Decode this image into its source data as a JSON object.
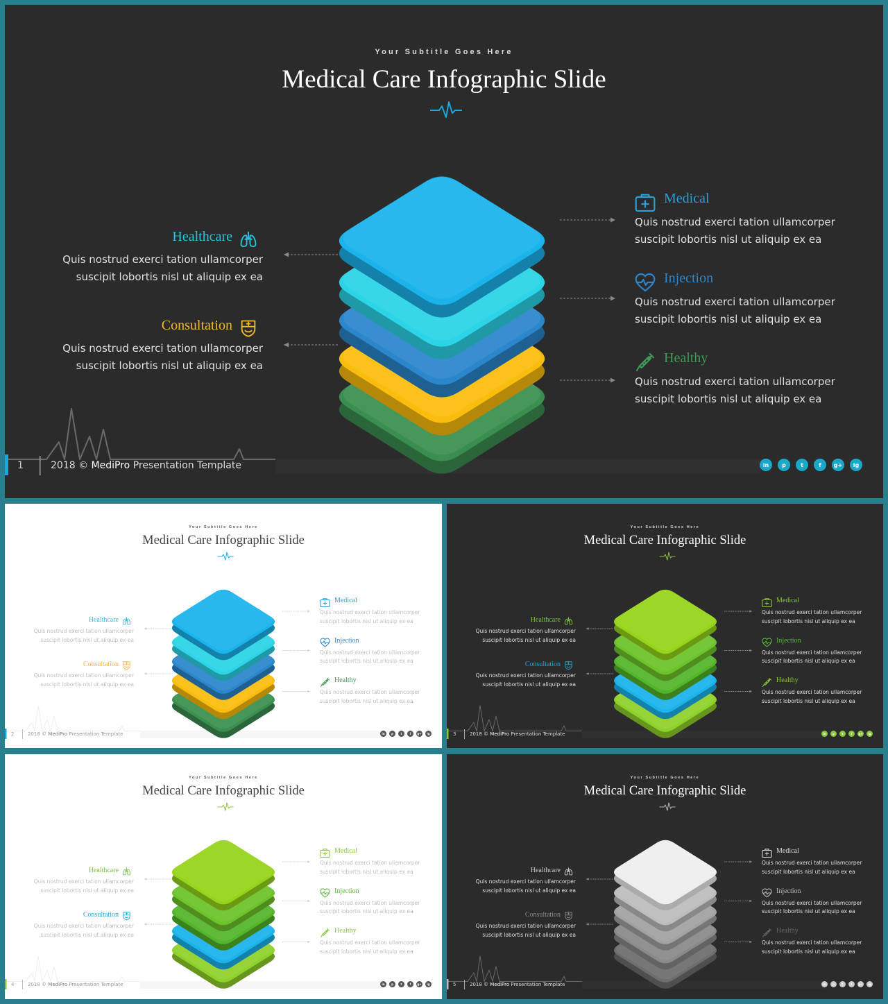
{
  "slides": [
    {
      "id": "slide-1",
      "theme": "dark",
      "subtitle": "Your Subtitle Goes Here",
      "title": "Medical Care Infographic Slide",
      "slide_number": "1",
      "footer": {
        "year": "2018 ©",
        "brand": "MediPro",
        "rest": "Presentation Template"
      },
      "accent": "#1ba8e0",
      "layer_colors": [
        "#3a8e4f",
        "#fbbd0d",
        "#2b86cc",
        "#2bd4e6",
        "#1ab3ec"
      ],
      "items": {
        "healthcare": {
          "label": "Healthcare",
          "color": "#2bc4de",
          "icon": "lungs-icon"
        },
        "consultation": {
          "label": "Consultation",
          "color": "#f5b82e",
          "icon": "nurse-icon"
        },
        "medical": {
          "label": "Medical",
          "color": "#2b9fd8",
          "icon": "medical-kit-icon"
        },
        "injection": {
          "label": "Injection",
          "color": "#2b86cc",
          "icon": "heart-pulse-icon"
        },
        "healthy": {
          "label": "Healthy",
          "color": "#3f9b56",
          "icon": "syringe-icon"
        }
      },
      "desc_line1": "Quis nostrud exerci tation ullamcorper",
      "desc_line2": "suscipit lobortis nisl ut aliquip ex ea",
      "social": [
        "in",
        "p",
        "t",
        "f",
        "g+",
        "ig"
      ],
      "social_color": "#1ba8c8"
    },
    {
      "id": "slide-2",
      "theme": "light",
      "subtitle": "Your Subtitle Goes Here",
      "title": "Medical Care Infographic Slide",
      "slide_number": "2",
      "footer": {
        "year": "2018 ©",
        "brand": "MediPro",
        "rest": "Presentation Template"
      },
      "accent": "#1ba8e0",
      "layer_colors": [
        "#3a8e4f",
        "#fbbd0d",
        "#2b86cc",
        "#2bd4e6",
        "#1ab3ec"
      ],
      "items": {
        "healthcare": {
          "label": "Healthcare",
          "color": "#2bc4de",
          "icon": "lungs-icon"
        },
        "consultation": {
          "label": "Consultation",
          "color": "#f5b82e",
          "icon": "nurse-icon"
        },
        "medical": {
          "label": "Medical",
          "color": "#2b9fd8",
          "icon": "medical-kit-icon"
        },
        "injection": {
          "label": "Injection",
          "color": "#2b86cc",
          "icon": "heart-pulse-icon"
        },
        "healthy": {
          "label": "Healthy",
          "color": "#3f9b56",
          "icon": "syringe-icon"
        }
      },
      "desc_line1": "Quis nostrud exerci tation ullamcorper",
      "desc_line2": "suscipit lobortis nisl ut aliquip ex ea",
      "social": [
        "in",
        "p",
        "t",
        "f",
        "g+",
        "ig"
      ],
      "social_color": "#555555"
    },
    {
      "id": "slide-3",
      "theme": "dark",
      "subtitle": "Your Subtitle Goes Here",
      "title": "Medical Care Infographic Slide",
      "slide_number": "3",
      "footer": {
        "year": "2018 ©",
        "brand": "MediPro",
        "rest": "Presentation Template"
      },
      "accent": "#8cc63f",
      "layer_colors": [
        "#8ed12a",
        "#1ab3ec",
        "#52b52a",
        "#6cc42a",
        "#96d41a"
      ],
      "items": {
        "healthcare": {
          "label": "Healthcare",
          "color": "#7bc142",
          "icon": "lungs-icon"
        },
        "consultation": {
          "label": "Consultation",
          "color": "#1ba8e0",
          "icon": "nurse-icon"
        },
        "medical": {
          "label": "Medical",
          "color": "#8cc63f",
          "icon": "medical-kit-icon"
        },
        "injection": {
          "label": "Injection",
          "color": "#5fb53a",
          "icon": "heart-pulse-icon"
        },
        "healthy": {
          "label": "Healthy",
          "color": "#8cc63f",
          "icon": "syringe-icon"
        }
      },
      "desc_line1": "Quis nostrud exerci tation ullamcorper",
      "desc_line2": "suscipit lobortis nisl ut aliquip ex ea",
      "social": [
        "in",
        "p",
        "t",
        "f",
        "g+",
        "ig"
      ],
      "social_color": "#8cc63f"
    },
    {
      "id": "slide-4",
      "theme": "light",
      "subtitle": "Your Subtitle Goes Here",
      "title": "Medical Care Infographic Slide",
      "slide_number": "4",
      "footer": {
        "year": "2018 ©",
        "brand": "MediPro",
        "rest": "Presentation Template"
      },
      "accent": "#8cc63f",
      "layer_colors": [
        "#8ed12a",
        "#1ab3ec",
        "#52b52a",
        "#6cc42a",
        "#96d41a"
      ],
      "items": {
        "healthcare": {
          "label": "Healthcare",
          "color": "#7bc142",
          "icon": "lungs-icon"
        },
        "consultation": {
          "label": "Consultation",
          "color": "#1ba8e0",
          "icon": "nurse-icon"
        },
        "medical": {
          "label": "Medical",
          "color": "#8cc63f",
          "icon": "medical-kit-icon"
        },
        "injection": {
          "label": "Injection",
          "color": "#5fb53a",
          "icon": "heart-pulse-icon"
        },
        "healthy": {
          "label": "Healthy",
          "color": "#8cc63f",
          "icon": "syringe-icon"
        }
      },
      "desc_line1": "Quis nostrud exerci tation ullamcorper",
      "desc_line2": "suscipit lobortis nisl ut aliquip ex ea",
      "social": [
        "in",
        "p",
        "t",
        "f",
        "g+",
        "ig"
      ],
      "social_color": "#555555"
    },
    {
      "id": "slide-5",
      "theme": "dark",
      "subtitle": "Your Subtitle Goes Here",
      "title": "Medical Care Infographic Slide",
      "slide_number": "5",
      "footer": {
        "year": "2018 ©",
        "brand": "MediPro",
        "rest": "Presentation Template"
      },
      "accent": "#bbbbbb",
      "layer_colors": [
        "#6e6e6e",
        "#8a8a8a",
        "#a2a2a2",
        "#bdbdbd",
        "#eeeeee"
      ],
      "items": {
        "healthcare": {
          "label": "Healthcare",
          "color": "#cccccc",
          "icon": "lungs-icon"
        },
        "consultation": {
          "label": "Consultation",
          "color": "#8a8a8a",
          "icon": "nurse-icon"
        },
        "medical": {
          "label": "Medical",
          "color": "#dddddd",
          "icon": "medical-kit-icon"
        },
        "injection": {
          "label": "Injection",
          "color": "#bbbbbb",
          "icon": "heart-pulse-icon"
        },
        "healthy": {
          "label": "Healthy",
          "color": "#666666",
          "icon": "syringe-icon"
        }
      },
      "desc_line1": "Quis nostrud exerci tation ullamcorper",
      "desc_line2": "suscipit lobortis nisl ut aliquip ex ea",
      "social": [
        "in",
        "p",
        "t",
        "f",
        "g+",
        "ig"
      ],
      "social_color": "#cccccc"
    }
  ]
}
